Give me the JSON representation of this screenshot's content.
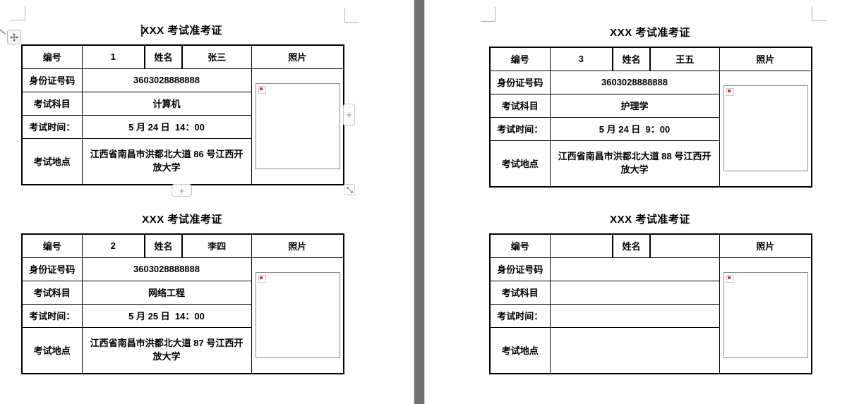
{
  "document": {
    "divider_color": "#6f6f6f",
    "labels": {
      "id": "编号",
      "name": "姓名",
      "photo": "照片",
      "id_number": "身份证号码",
      "subject": "考试科目",
      "time": "考试时间：",
      "location": "考试地点"
    },
    "tickets": [
      {
        "title": "XXX 考试准考证",
        "id": "1",
        "name": "张三",
        "id_number": "3603028888888",
        "subject": "计算机",
        "time": "5 月 24 日  14：00",
        "location": "江西省南昌市洪都北大道 86 号江西开放大学"
      },
      {
        "title": "XXX 考试准考证",
        "id": "2",
        "name": "李四",
        "id_number": "3603028888888",
        "subject": "网络工程",
        "time": "5 月 25 日  14：00",
        "location": "江西省南昌市洪都北大道 87 号江西开放大学"
      },
      {
        "title": "XXX 考试准考证",
        "id": "3",
        "name": "王五",
        "id_number": "3603028888888",
        "subject": "护理学",
        "time": "5 月 24 日  9：00",
        "location": "江西省南昌市洪都北大道 88 号江西开放大学"
      },
      {
        "title": "XXX 考试准考证",
        "id": "",
        "name": "",
        "id_number": "",
        "subject": "",
        "time": "",
        "location": ""
      }
    ]
  },
  "controls": {
    "insert_column_plus": "+",
    "insert_row_plus": "+",
    "move_handle_icon": "four-direction-move-icon",
    "resize_handle_icon": "diagonal-resize-icon",
    "broken_image_icon": "red-broken-image-marker"
  }
}
